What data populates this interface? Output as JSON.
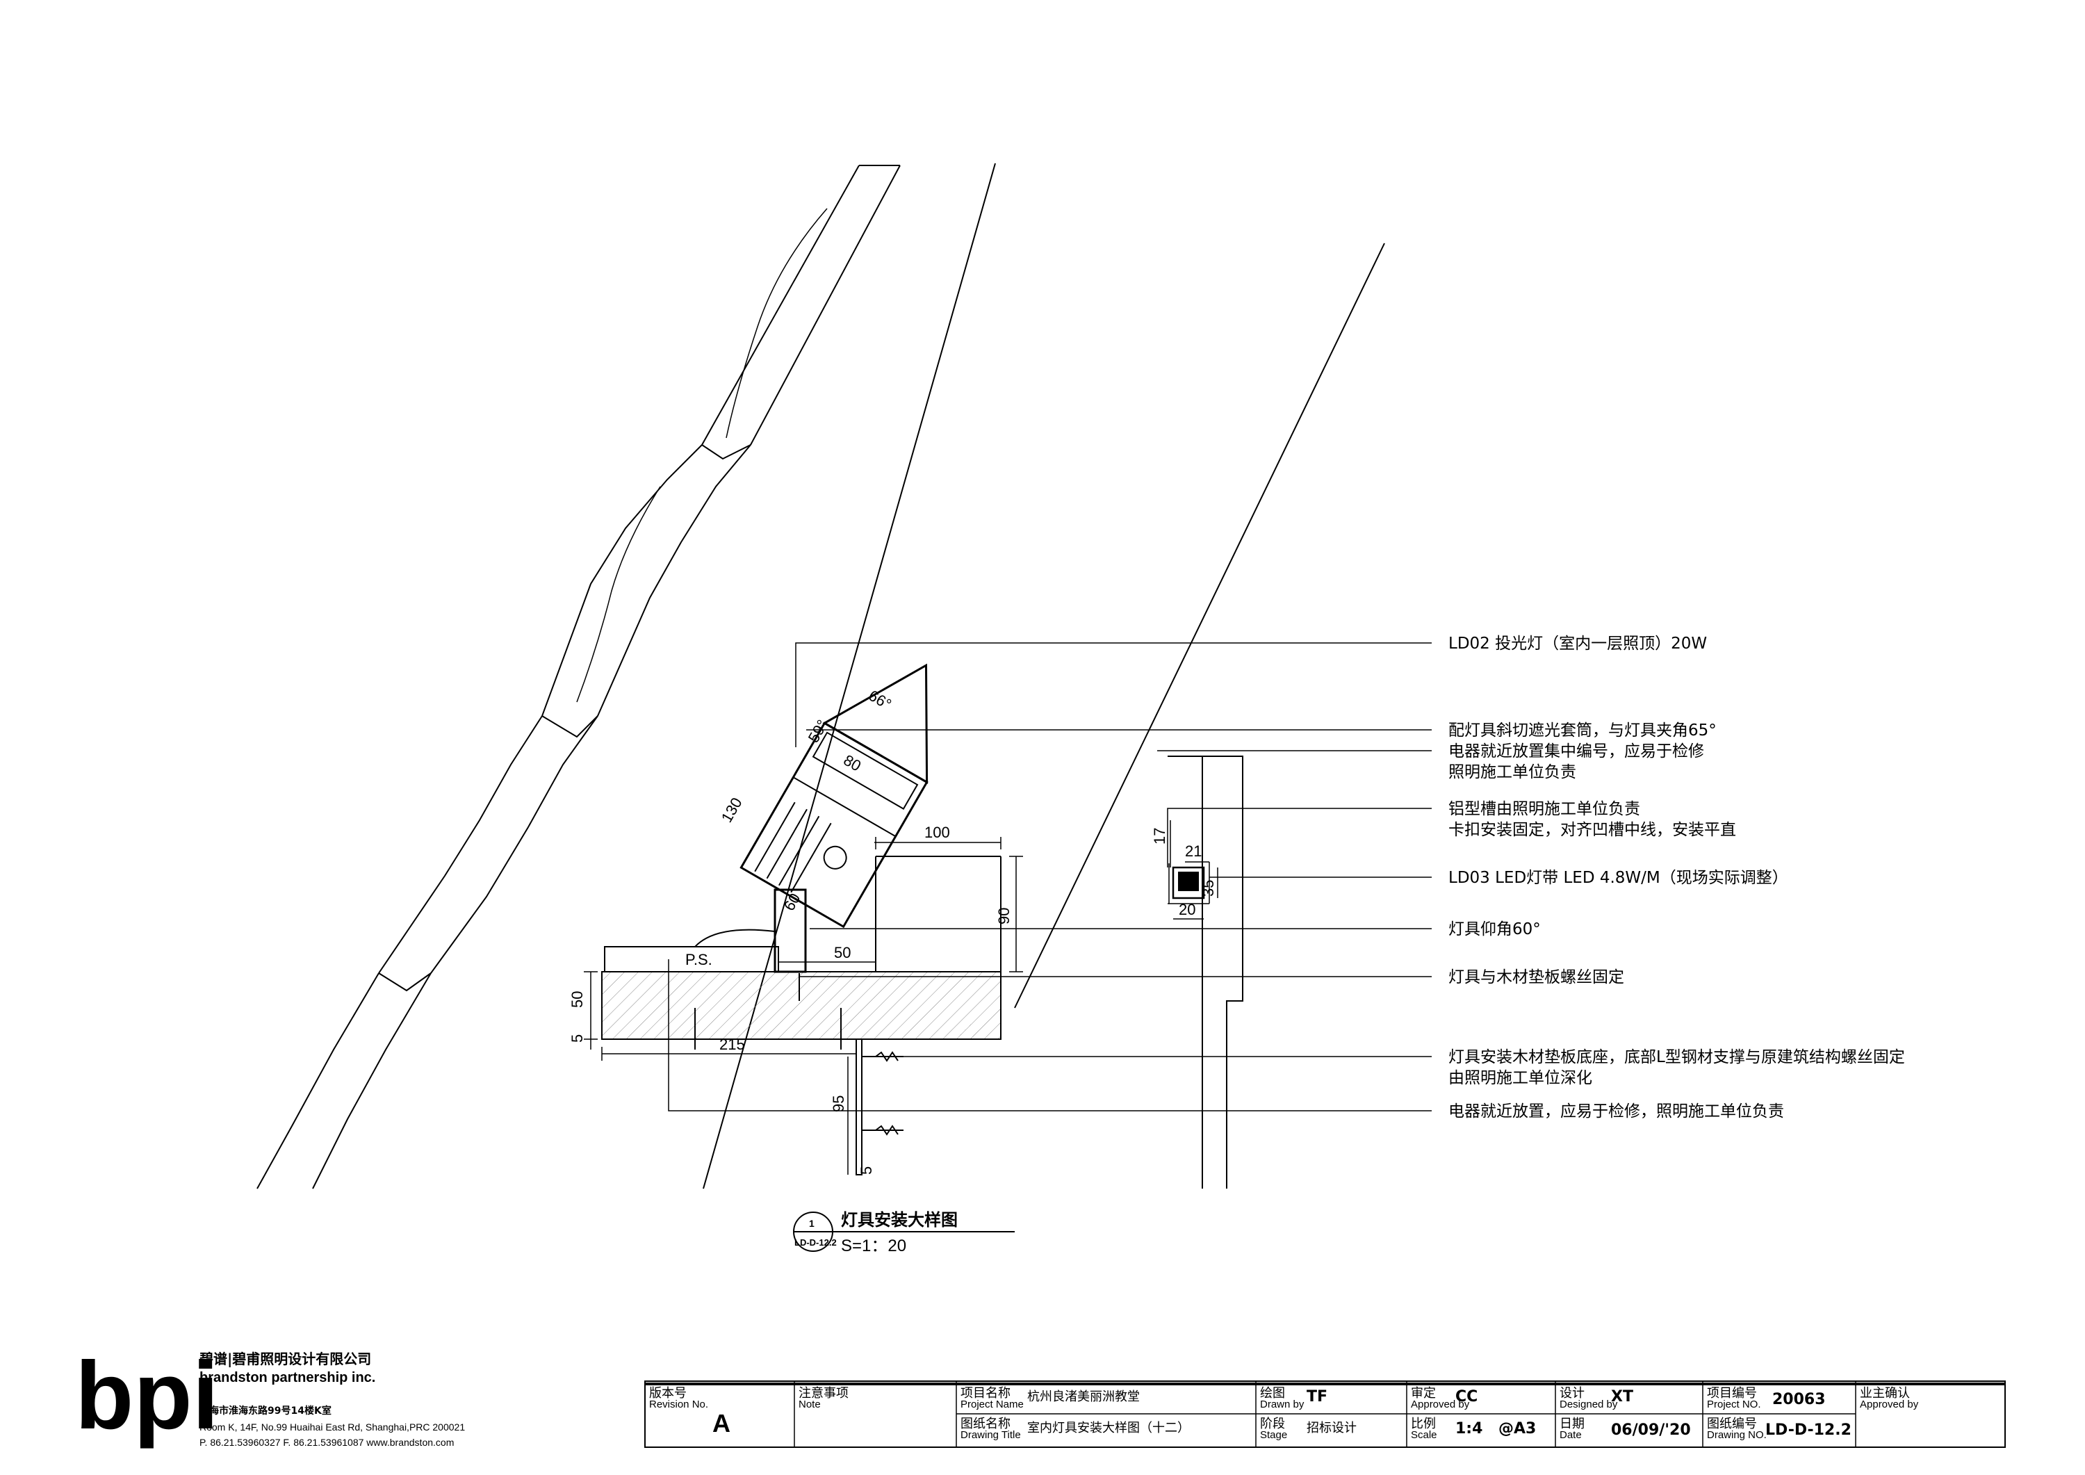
{
  "callouts": {
    "ld02": "LD02 投光灯（室内一层照顶）20W",
    "shade_1": "配灯具斜切遮光套筒，与灯具夹角65°",
    "gear_1": "电器就近放置集中编号，应易于检修",
    "gear_2": "照明施工单位负责",
    "alu_1": "铝型槽由照明施工单位负责",
    "alu_2": "卡扣安装固定，对齐凹槽中线，安装平直",
    "ld03": "LD03 LED灯带 LED 4.8W/M（现场实际调整）",
    "tilt": "灯具仰角60°",
    "fix": "灯具与木材垫板螺丝固定",
    "base_1": "灯具安装木材垫板底座，底部L型钢材支撑与原建筑结构螺丝固定",
    "base_2": "由照明施工单位深化",
    "gear_3": "电器就近放置，应易于检修，照明施工单位负责"
  },
  "dims": {
    "d66": "66°",
    "d59": "59°",
    "d80": "80",
    "d130": "130",
    "d60": "60",
    "d100": "100",
    "d90": "90",
    "d50h": "50",
    "d50v": "50",
    "d5": "5",
    "d215": "215",
    "d95": "95",
    "d17": "17",
    "d21": "21",
    "d35": "35",
    "d20": "20",
    "d5b": "5",
    "ps": "P.S."
  },
  "detail": {
    "number": "1",
    "sheet_ref": "LD-D-12.2",
    "title": "灯具安装大样图",
    "scale": "S=1：20"
  },
  "company": {
    "logo": "bpi",
    "name_cn": "碧谱|碧甫照明设计有限公司",
    "name_en": "brandston partnership inc.",
    "address_cn": "上海市淮海东路99号14楼K室",
    "address_en": "Room K, 14F, No.99 Huaihai East Rd, Shanghai,PRC 200021",
    "contact": "P. 86.21.53960327  F. 86.21.53961087  www.brandston.com"
  },
  "titleblock": {
    "revision_label": "版本号",
    "revision_label_en": "Revision No.",
    "revision": "A",
    "note_label": "注意事项",
    "note_label_en": "Note",
    "project_name_label": "项目名称",
    "project_name_label_en": "Project Name",
    "project_name": "杭州良渚美丽洲教堂",
    "drawing_title_label": "图纸名称",
    "drawing_title_label_en": "Drawing Title",
    "drawing_title": "室内灯具安装大样图（十二）",
    "drawn_label": "绘图",
    "drawn_label_en": "Drawn by",
    "drawn_by": "TF",
    "stage_label": "阶段",
    "stage_label_en": "Stage",
    "stage": "招标设计",
    "approved_label": "审定",
    "approved_label_en": "Approved by",
    "approved_by": "CC",
    "scale_label": "比例",
    "scale_label_en": "Scale",
    "scale": "1:4",
    "paper": "@A3",
    "designed_label": "设计",
    "designed_label_en": "Designed by",
    "designed_by": "XT",
    "date_label": "日期",
    "date_label_en": "Date",
    "date": "06/09/'20",
    "project_no_label": "项目编号",
    "project_no_label_en": "Project NO.",
    "project_no": "20063",
    "drawing_no_label": "图纸编号",
    "drawing_no_label_en": "Drawing NO.",
    "drawing_no": "LD-D-12.2",
    "owner_label": "业主确认",
    "owner_label_en": "Approved by"
  }
}
